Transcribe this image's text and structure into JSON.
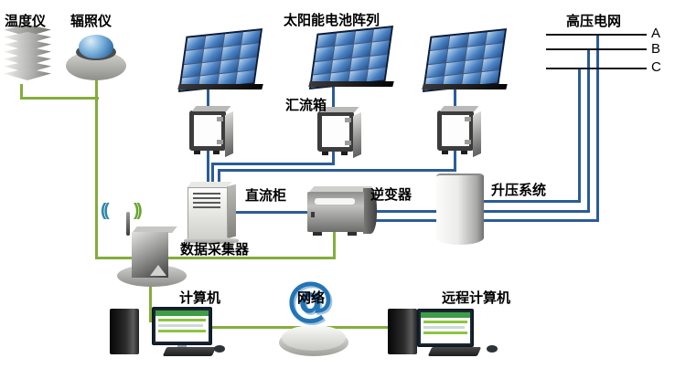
{
  "diagram": {
    "sensors": {
      "temperature": "温度仪",
      "irradiance": "辐照仪"
    },
    "solar_array_label": "太阳能电池阵列",
    "combiner_label": "汇流箱",
    "grid": {
      "label": "高压电网",
      "phases": [
        "A",
        "B",
        "C"
      ]
    },
    "dc_cabinet_label": "直流柜",
    "inverter_label": "逆变器",
    "boost_label": "升压系统",
    "collector_label": "数据采集器",
    "computer_label": "计算机",
    "network_label": "网络",
    "remote_computer_label": "远程计算机",
    "glyphs": {
      "network_at": "@",
      "wifi_left": "((",
      "wifi_right": "))"
    },
    "colors": {
      "dc_wire": "#2b5c97",
      "comm_wire": "#84ad3c",
      "grid_line": "#151515",
      "panel_blue": "#4a82c4"
    }
  }
}
